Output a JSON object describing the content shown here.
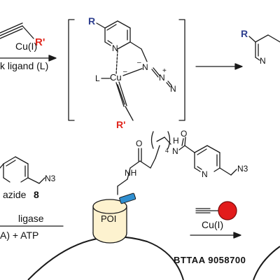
{
  "colors": {
    "ink": "#1a1a1a",
    "r_prime": "#e0261d",
    "r_group": "#2e3f8f",
    "tag": "#2f8fd0",
    "alkyne_ball": "#e21b1b",
    "protein": "#fdf2cf"
  },
  "top": {
    "r_prime_label": "R'",
    "cu_label": "Cu(I)",
    "ligand_label": "k ligand (L)",
    "intermediate": {
      "r_label": "R",
      "n_ring": "N",
      "cu_atom": "Cu",
      "l_atom": "L",
      "cu_charge": "–",
      "n1": "N",
      "n1_charge": "–",
      "n2": "N",
      "n2_charge": "+",
      "n3": "N",
      "r_prime_label": "R'"
    },
    "product": {
      "r_label": "R",
      "n_fragment": "N"
    }
  },
  "bottom": {
    "azide_group": "N3",
    "azide_name": "azide",
    "azide_number": "8",
    "ligase_line": "ligase",
    "atp_line": "A) + ATP",
    "linker": {
      "o1": "O",
      "o2": "O",
      "nh1": "NH",
      "h_of_nh2": "H",
      "n_of_nh2": "N",
      "subscript": "4",
      "pyridine_n": "N",
      "azide_group": "N3"
    },
    "poi_label": "POI",
    "cu_label": "Cu(I)",
    "watermark": "BTTAA 9058700"
  }
}
